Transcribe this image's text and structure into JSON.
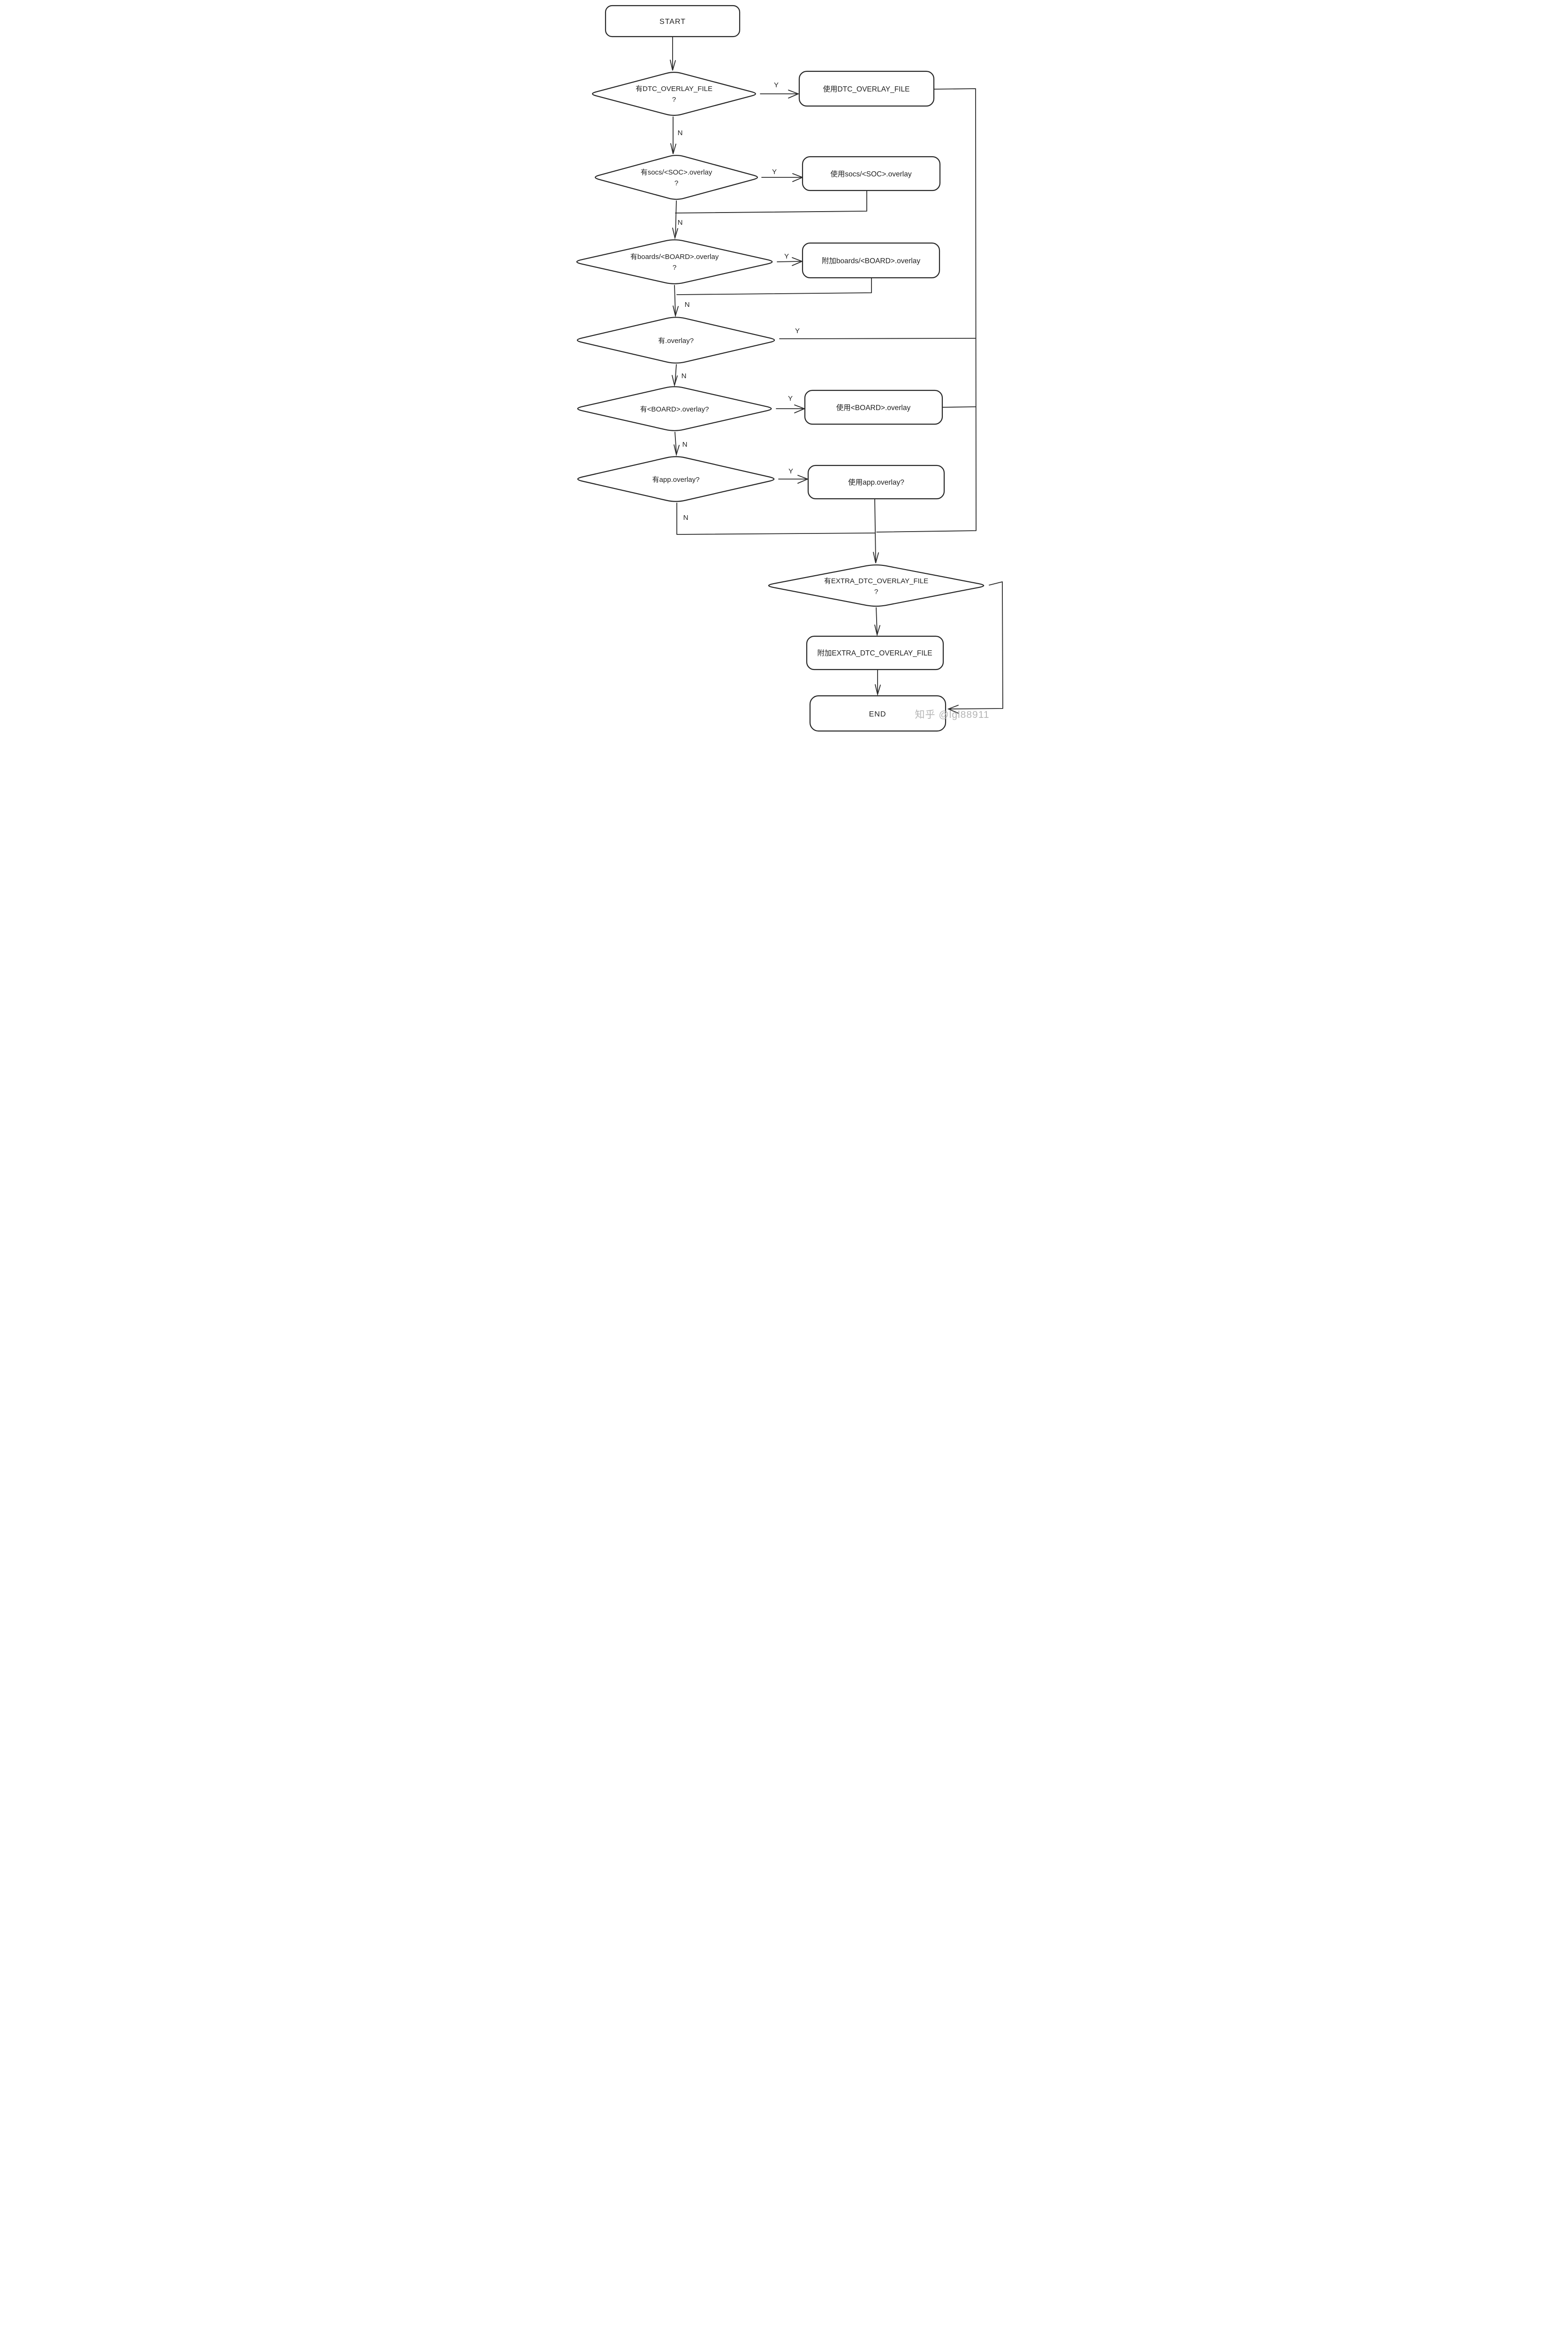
{
  "page": {
    "background": "#ffffff",
    "ink": "#262626"
  },
  "labels": {
    "yes": "Y",
    "no": "N"
  },
  "nodes": {
    "start": {
      "label": "START"
    },
    "d_dtc": {
      "label": "有DTC_OVERLAY_FILE",
      "qmark": "?"
    },
    "b_use_dtc": {
      "label": "使用DTC_OVERLAY_FILE"
    },
    "d_socs": {
      "label": "有socs/<SOC>.overlay",
      "qmark": "?"
    },
    "b_use_socs": {
      "label": "使用socs/<SOC>.overlay"
    },
    "d_boards": {
      "label": "有boards/<BOARD>.overlay",
      "qmark": "?"
    },
    "b_append_boards": {
      "label": "附加boards/<BOARD>.overlay"
    },
    "d_overlay": {
      "label": "有.overlay?"
    },
    "d_board_overlay": {
      "label": "有<BOARD>.overlay?"
    },
    "b_use_board": {
      "label": "使用<BOARD>.overlay"
    },
    "d_app": {
      "label": "有app.overlay?"
    },
    "b_use_app": {
      "label": "使用app.overlay?"
    },
    "d_extra": {
      "label": "有EXTRA_DTC_OVERLAY_FILE",
      "qmark": "?"
    },
    "b_append_extra": {
      "label": "附加EXTRA_DTC_OVERLAY_FILE"
    },
    "end": {
      "label": "END"
    }
  },
  "watermark": {
    "text": "知乎 @lgl88911",
    "color": "#b5b5b5"
  }
}
